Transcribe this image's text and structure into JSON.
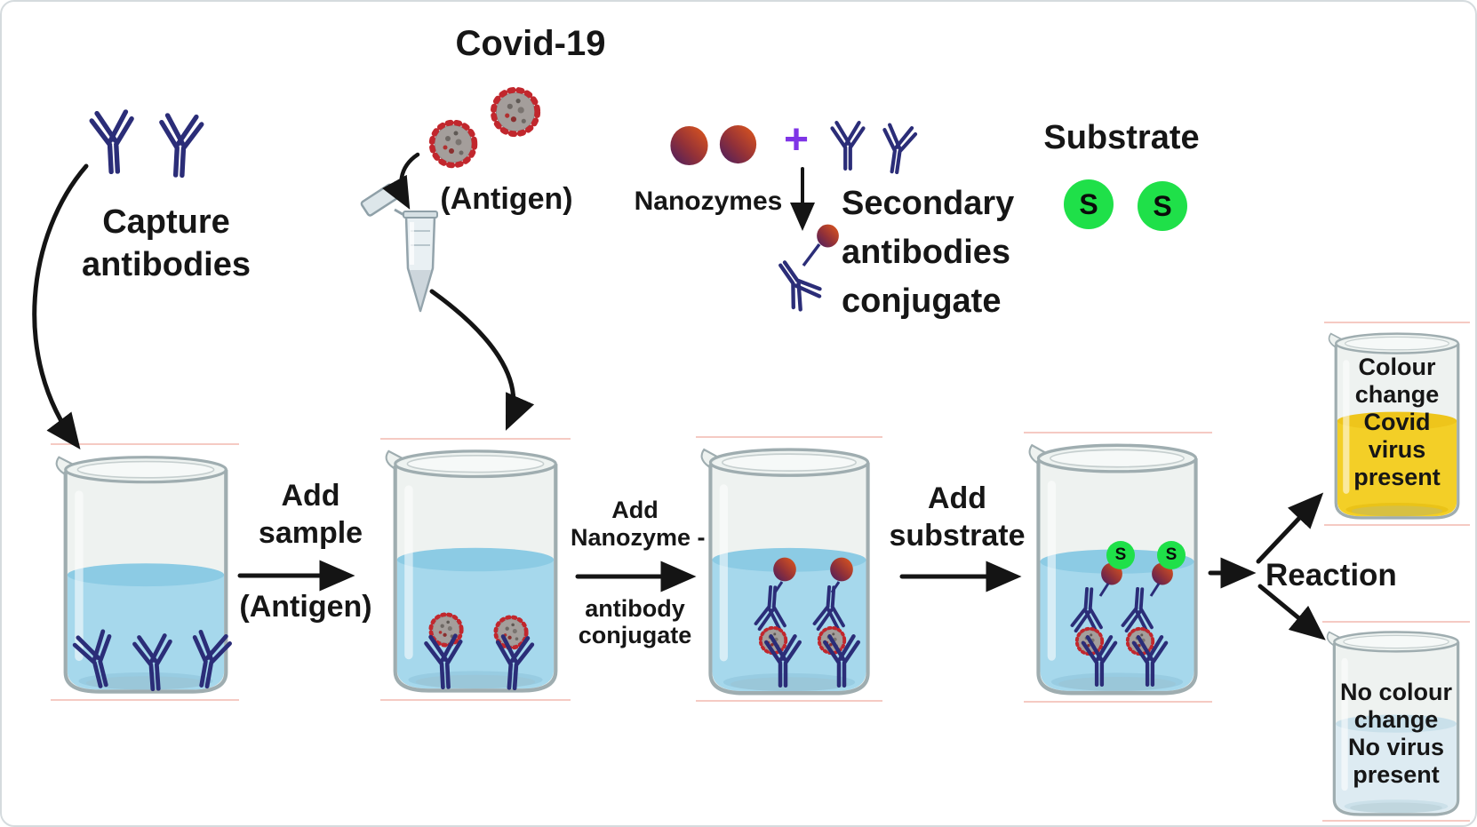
{
  "title": "Covid-19",
  "legend": {
    "capture": {
      "line1": "Capture",
      "line2": "antibodies"
    },
    "antigen": "(Antigen)",
    "nanozymes": "Nanozymes",
    "plus": "+",
    "secondary": {
      "line1": "Secondary",
      "line2": "antibodies",
      "line3": "conjugate"
    },
    "substrate": "Substrate",
    "substrate_symbol": "S"
  },
  "steps": {
    "step1": {
      "above1": "Add",
      "above2": "sample",
      "below": "(Antigen)"
    },
    "step2": {
      "above1": "Add",
      "above2": "Nanozyme -",
      "below1": "antibody",
      "below2": "conjugate"
    },
    "step3": {
      "above1": "Add",
      "above2": "substrate"
    },
    "reaction": "Reaction"
  },
  "results": {
    "positive": {
      "line1": "Colour",
      "line2": "change",
      "line3": "Covid",
      "line4": "virus",
      "line5": "present"
    },
    "negative": {
      "line1": "No colour",
      "line2": "change",
      "line3": "No virus",
      "line4": "present"
    }
  },
  "colors": {
    "antibody_navy": "#2b2d78",
    "liquid_blue": "#a6d8ec",
    "liquid_surface": "#8ccbe4",
    "positive_yellow": "#f3cf27",
    "substrate_green": "#1fe049",
    "nanozyme_purple": "#451d63",
    "nanozyme_orange": "#e2591b",
    "virus_red": "#c1272d",
    "plus_purple": "#7f35e6"
  }
}
